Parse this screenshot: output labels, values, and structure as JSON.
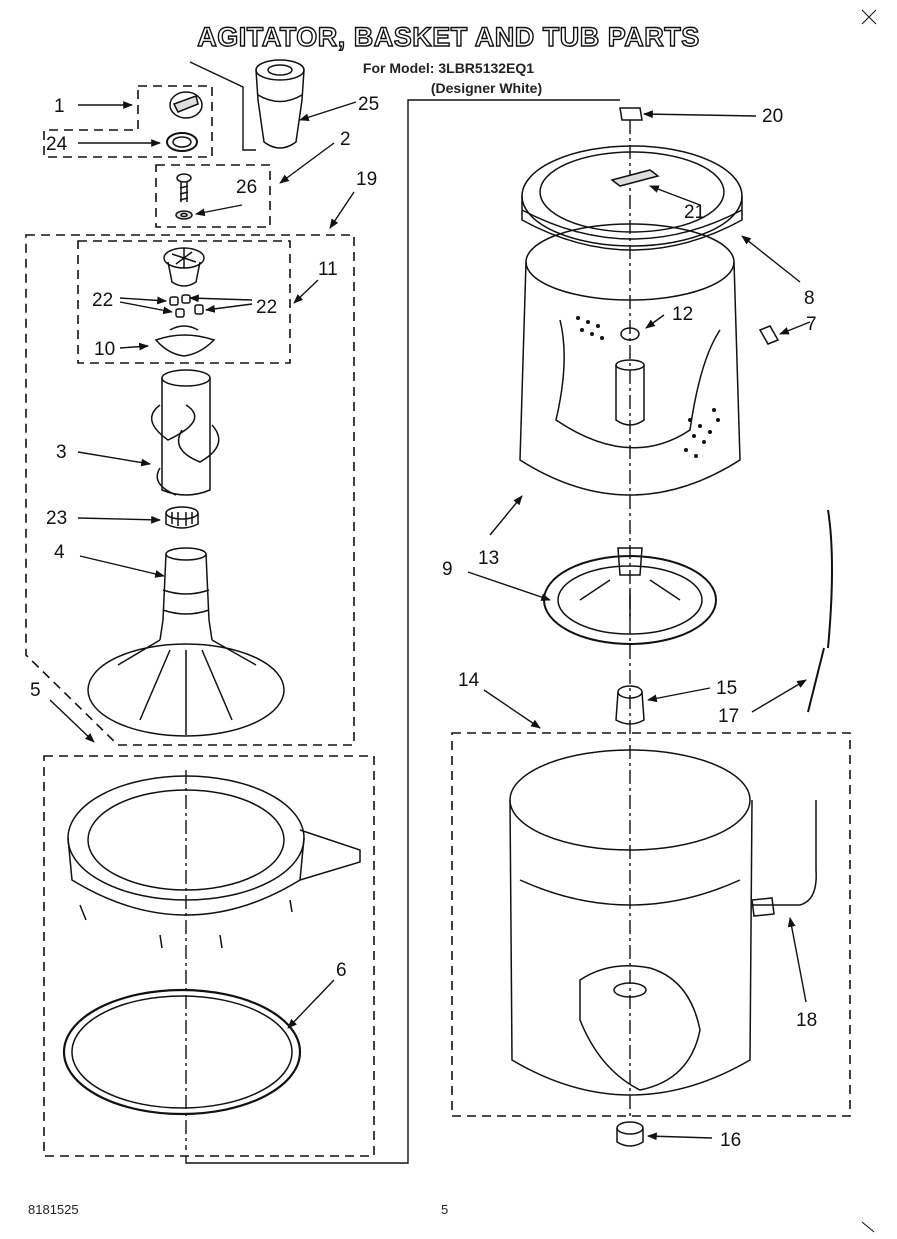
{
  "header": {
    "title": "AGITATOR, BASKET AND TUB PARTS",
    "model_line": "For Model: 3LBR5132EQ1",
    "designer_line": "(Designer White)"
  },
  "footer": {
    "doc_number": "8181525",
    "page_number": "5"
  },
  "callouts": {
    "c1": "1",
    "c2": "2",
    "c3": "3",
    "c4": "4",
    "c5": "5",
    "c6": "6",
    "c7": "7",
    "c8": "8",
    "c9": "9",
    "c10": "10",
    "c11": "11",
    "c12": "12",
    "c13": "13",
    "c14": "14",
    "c15": "15",
    "c16": "16",
    "c17": "17",
    "c18": "18",
    "c19": "19",
    "c20": "20",
    "c21": "21",
    "c22a": "22",
    "c22b": "22",
    "c23": "23",
    "c24": "24",
    "c25": "25",
    "c26": "26"
  }
}
